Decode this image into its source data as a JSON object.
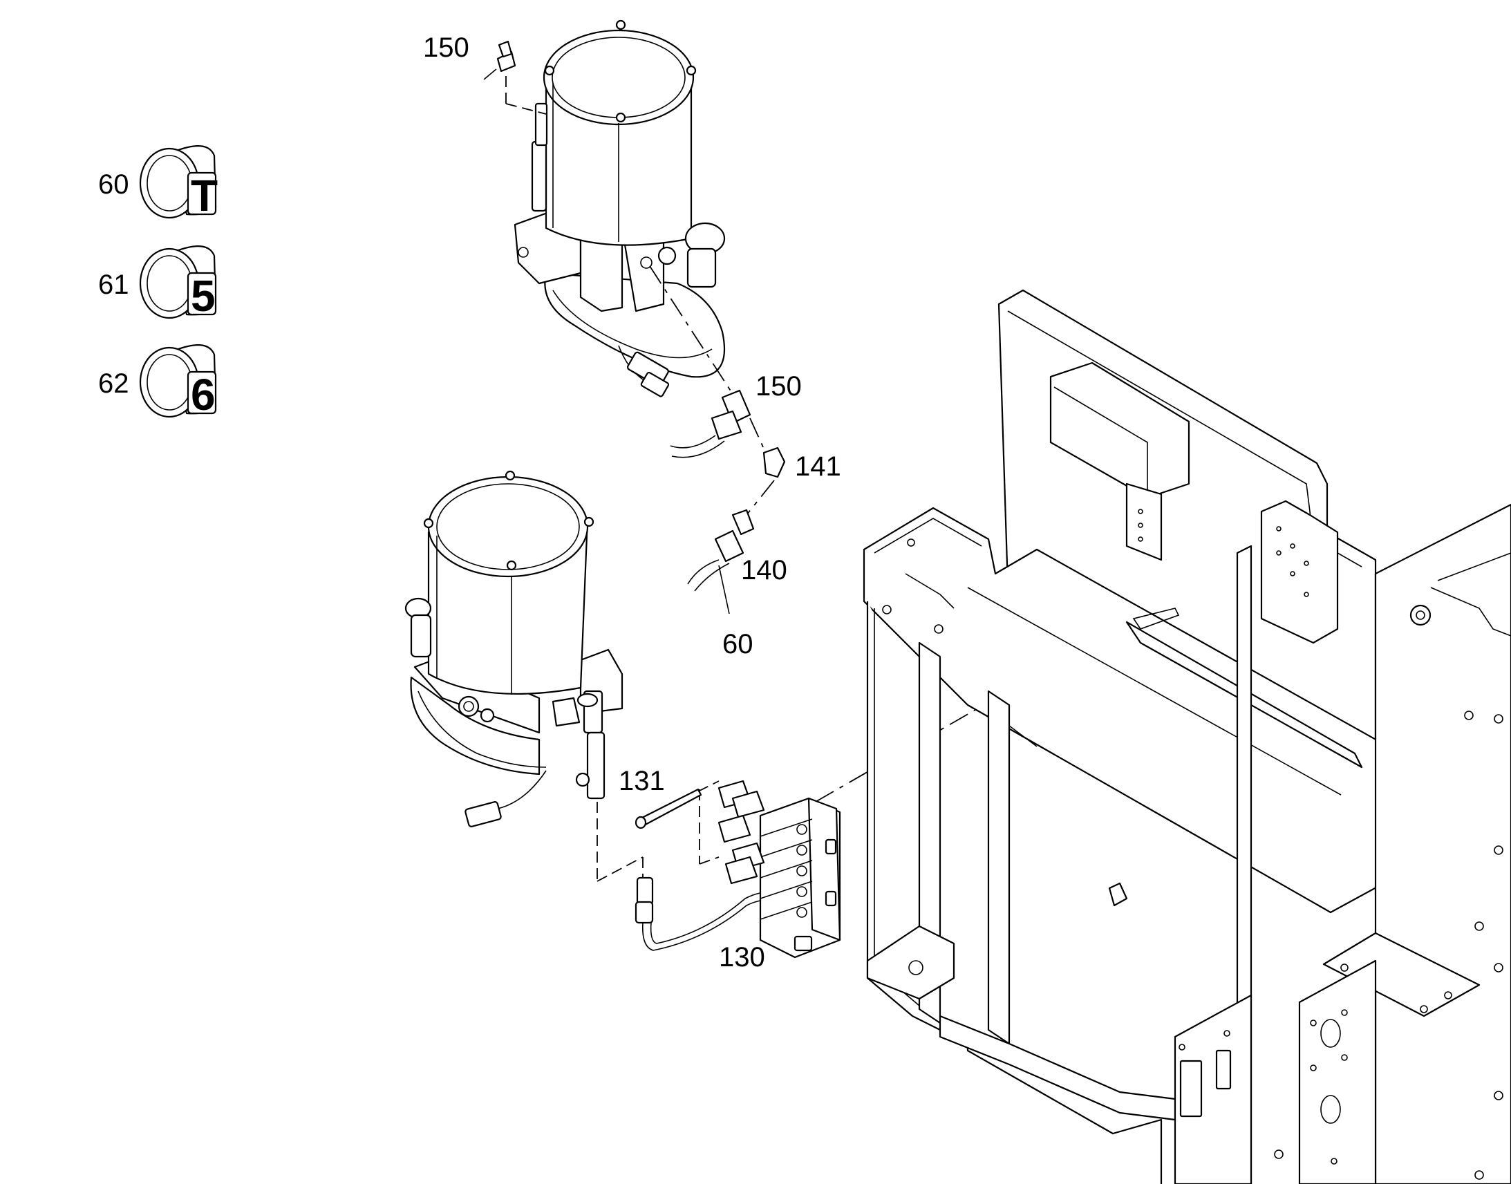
{
  "callouts": {
    "c150_top": "150",
    "c150_mid": "150",
    "c141": "141",
    "c140": "140",
    "c60_hose": "60",
    "c131": "131",
    "c130": "130"
  },
  "legend": [
    {
      "number": "60",
      "glyph": "T"
    },
    {
      "number": "61",
      "glyph": "5"
    },
    {
      "number": "62",
      "glyph": "6"
    }
  ]
}
